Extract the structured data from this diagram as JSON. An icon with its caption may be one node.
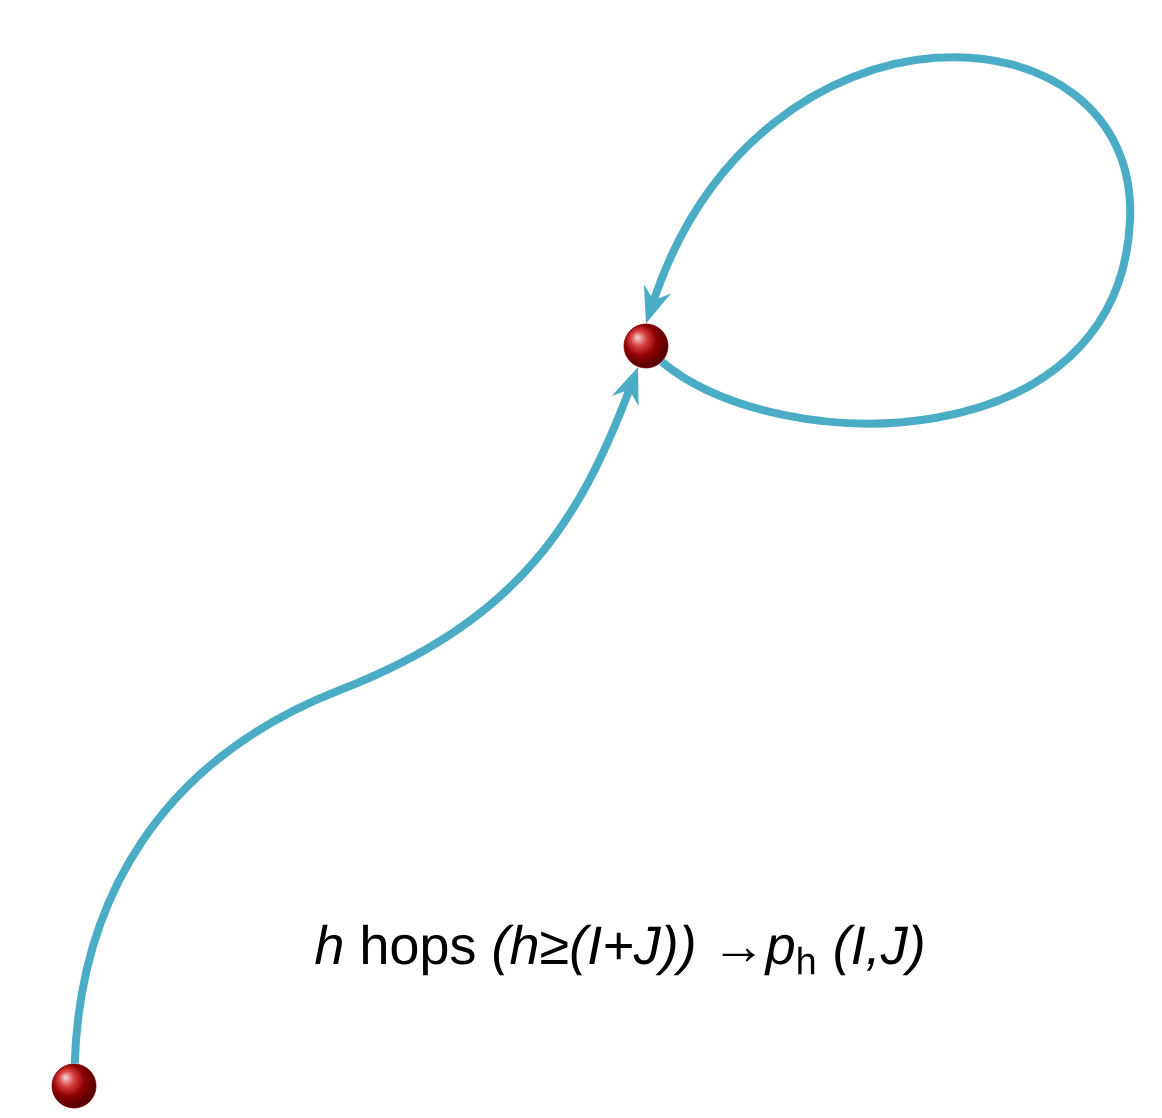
{
  "diagram": {
    "nodes": [
      {
        "text": [],
        "shape": "circle"
      },
      {
        "text": [],
        "shape": "circle"
      }
    ],
    "edges": [
      {
        "from": 0,
        "to": 1,
        "arrow": "to",
        "label": "*h* hops *(h≥(I+J))* →*p*$_{h}$ *(I,J)*"
      },
      {
        "from": 1,
        "to": 1,
        "arrow": "to"
      }
    ]
  }
}
